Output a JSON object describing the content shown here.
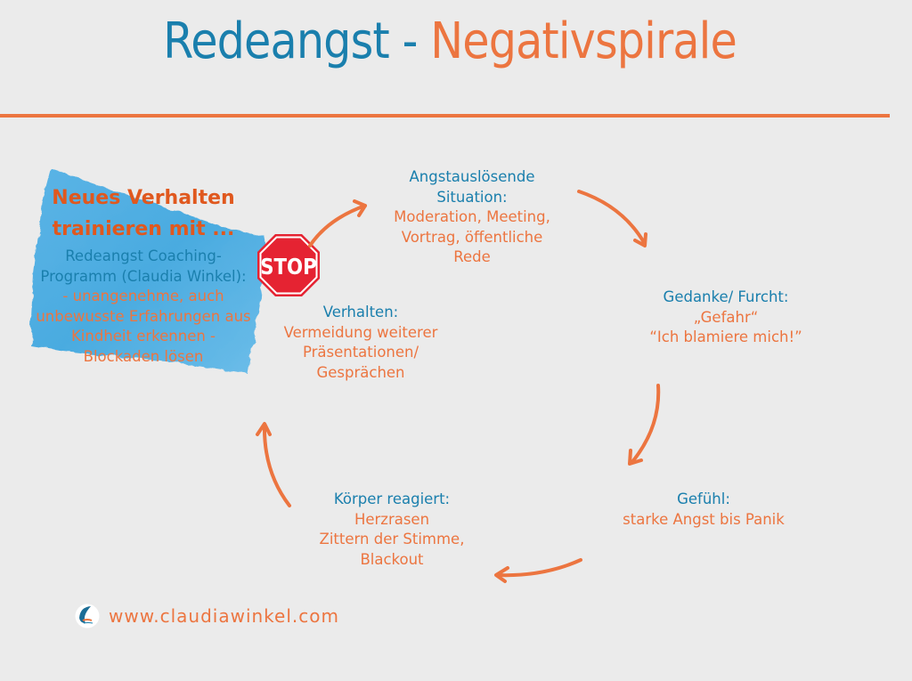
{
  "header": {
    "title_part1": "Redeangst - ",
    "title_part2": "Negativspirale",
    "colors": {
      "blue": "#1a7fad",
      "orange": "#ec7540"
    }
  },
  "panel": {
    "title_line1": "Neues Verhalten",
    "title_line2": "trainieren mit ...",
    "subtitle_line1": "Redeangst Coaching-",
    "subtitle_line2": "Programm (Claudia Winkel):",
    "body_lines": [
      "- unangenehme, auch",
      "unbewusste Erfahrungen aus",
      "Kindheit erkennen -",
      "Blockaden lösen"
    ],
    "stop_label": "STOP"
  },
  "cycle": {
    "situation": {
      "head_lines": [
        "Angstauslösende",
        "Situation:"
      ],
      "body_lines": [
        "Moderation, Meeting,",
        "Vortrag, öffentliche",
        "Rede"
      ]
    },
    "thought": {
      "head_lines": [
        "Gedanke/ Furcht:"
      ],
      "body_lines": [
        "„Gefahr“",
        "“Ich blamiere mich!”"
      ]
    },
    "feeling": {
      "head_lines": [
        "Gefühl:"
      ],
      "body_lines": [
        "starke Angst bis Panik"
      ]
    },
    "body": {
      "head_lines": [
        "Körper reagiert:"
      ],
      "body_lines": [
        "Herzrasen",
        "Zittern der Stimme,",
        "Blackout"
      ]
    },
    "behavior": {
      "head_lines": [
        "Verhalten:"
      ],
      "body_lines": [
        "Vermeidung weiterer",
        "Präsentationen/",
        "Gesprächen"
      ]
    }
  },
  "footer": {
    "url": "www.claudiawinkel.com",
    "logo_icon": "wave-logo-icon"
  }
}
